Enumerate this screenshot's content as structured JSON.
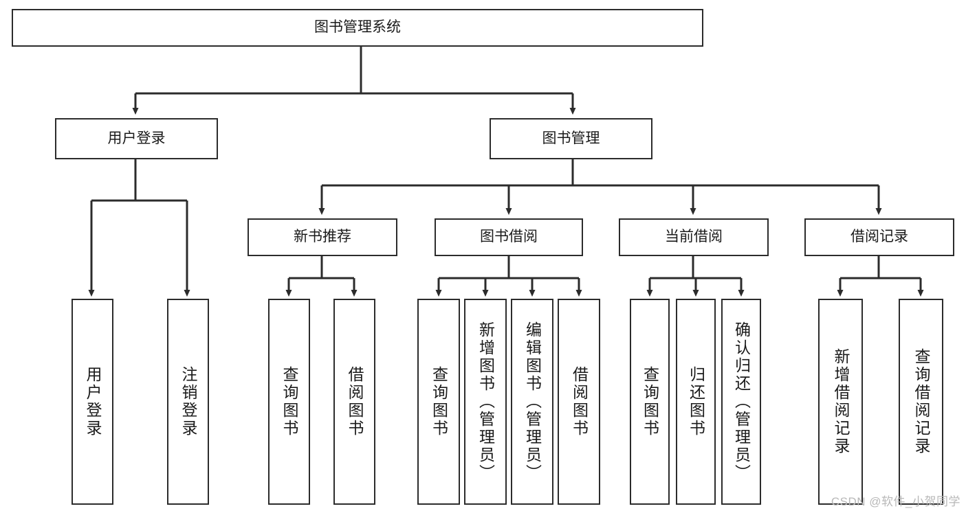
{
  "diagram": {
    "title": "图书管理系统",
    "type": "tree",
    "root": {
      "label": "图书管理系统"
    },
    "level1": [
      {
        "label": "用户登录"
      },
      {
        "label": "图书管理"
      }
    ],
    "level2": [
      {
        "label": "新书推荐"
      },
      {
        "label": "图书借阅"
      },
      {
        "label": "当前借阅"
      },
      {
        "label": "借阅记录"
      }
    ],
    "leaves": {
      "user_login": [
        {
          "label": "用户登录"
        },
        {
          "label": "注销登录"
        }
      ],
      "new_book": [
        {
          "label": "查询图书"
        },
        {
          "label": "借阅图书"
        }
      ],
      "book_borrow": [
        {
          "label": "查询图书"
        },
        {
          "label": "新增图书（管理员）"
        },
        {
          "label": "编辑图书（管理员）"
        },
        {
          "label": "借阅图书"
        }
      ],
      "current_borrow": [
        {
          "label": "查询图书"
        },
        {
          "label": "归还图书"
        },
        {
          "label": "确认归还（管理员）"
        }
      ],
      "borrow_record": [
        {
          "label": "新增借阅记录"
        },
        {
          "label": "查询借阅记录"
        }
      ]
    }
  },
  "watermark": {
    "text": "CSDN @软件_小贺同学"
  },
  "colors": {
    "stroke": "#2b2b2b",
    "background": "#ffffff",
    "text": "#1a1a1a",
    "watermark": "#b8b8b8"
  }
}
